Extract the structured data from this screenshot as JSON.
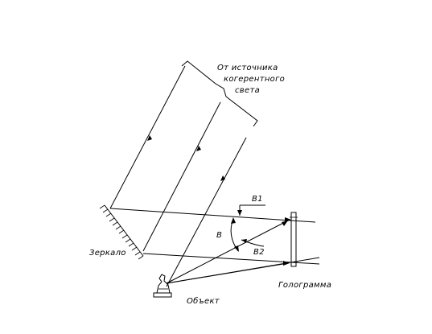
{
  "labels": {
    "source_line1": "От  источника",
    "source_line2": "когерентного",
    "source_line3": "света",
    "mirror": "Зеркало",
    "object": "Объект",
    "hologram": "Голограмма",
    "angle_b": "B",
    "angle_b1": "B1",
    "angle_b2": "B2"
  },
  "colors": {
    "ink": "#000000",
    "background": "#ffffff"
  }
}
